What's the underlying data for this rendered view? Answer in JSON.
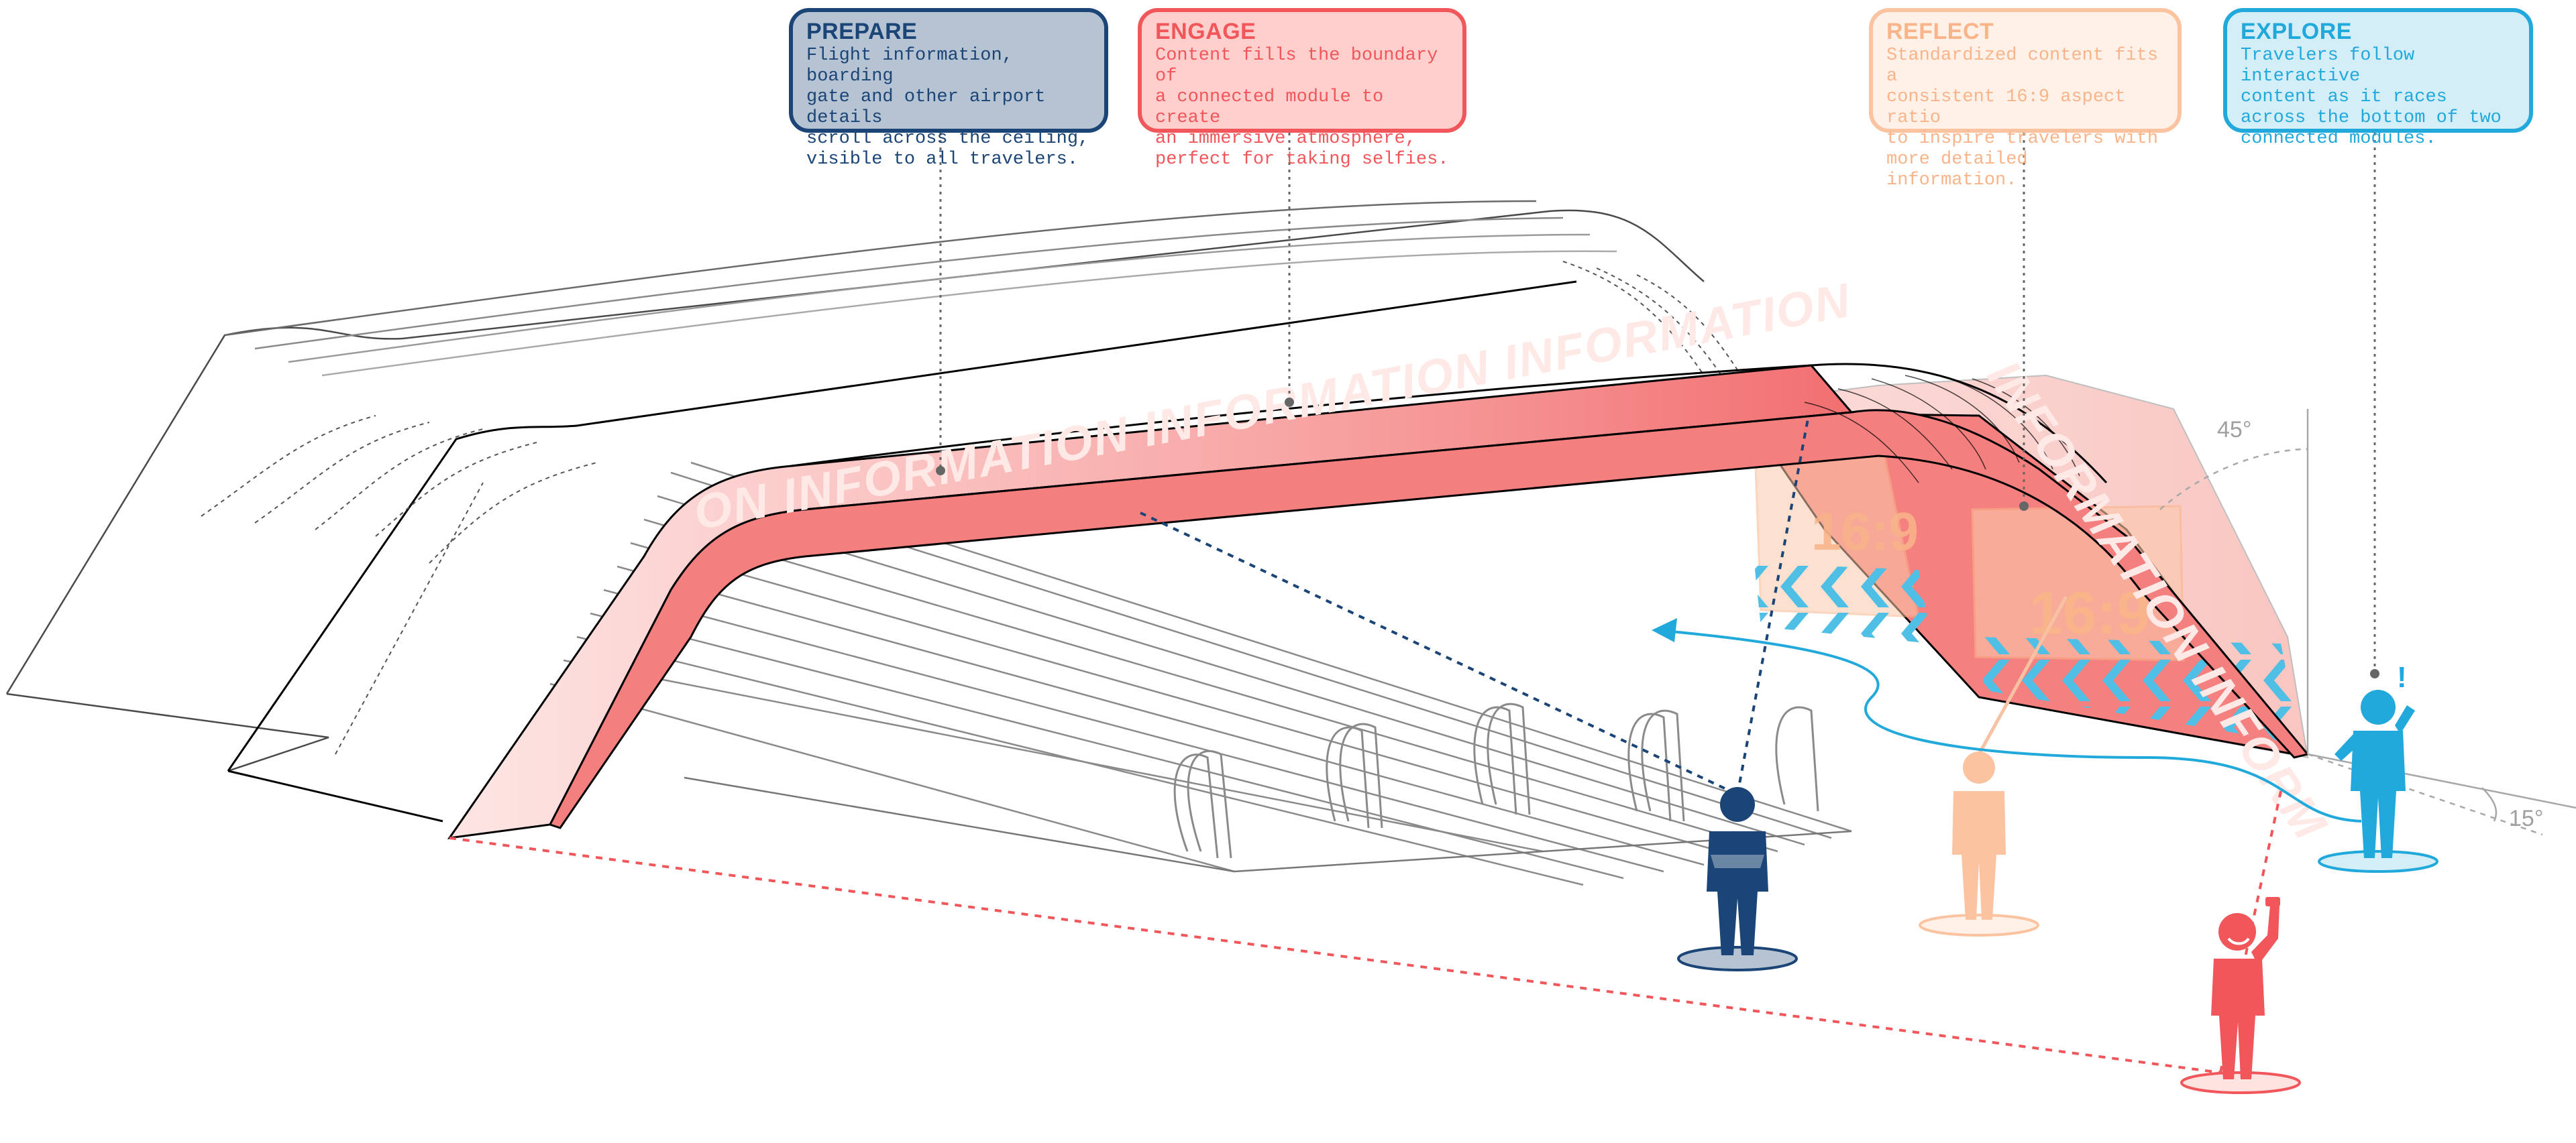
{
  "callouts": {
    "prepare": {
      "title": "PREPARE",
      "lines": [
        "Flight information, boarding",
        "gate and other airport details",
        "scroll across the ceiling,",
        "visible to all travelers."
      ]
    },
    "engage": {
      "title": "ENGAGE",
      "lines": [
        "Content fills the boundary of",
        "a connected module to create",
        "an immersive atmosphere,",
        "perfect for taking selfies."
      ]
    },
    "reflect": {
      "title": "REFLECT",
      "lines": [
        "Standardized content fits a",
        "consistent 16:9 aspect ratio",
        "to inspire travelers with",
        "more detailed information."
      ]
    },
    "explore": {
      "title": "EXPLORE",
      "lines": [
        "Travelers follow interactive",
        "content as it races",
        "across the bottom of two",
        "connected modules."
      ]
    }
  },
  "canopy": {
    "banner_text": "ON INFORMATION INFORMATION INFORMATION",
    "banner_text_side": "INFORMATION INFORM",
    "screen_label_1": "16:9",
    "screen_label_2": "16:9"
  },
  "angles": {
    "upper": "45°",
    "lower": "15°"
  },
  "figures": {
    "explore_exclaim": "!"
  },
  "colors": {
    "prepare": "#1b4576",
    "engage": "#f0565a",
    "reflect": "#f9b489",
    "explore": "#21a9dc",
    "canopy": "#f58080"
  }
}
